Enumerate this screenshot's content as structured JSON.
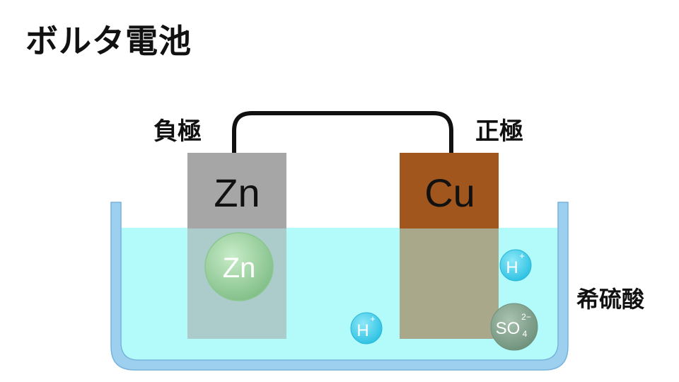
{
  "title": "ボルタ電池",
  "labels": {
    "negative": "負極",
    "positive": "正極",
    "electrolyte": "希硫酸"
  },
  "electrodes": {
    "negative": {
      "symbol": "Zn",
      "color": "#a6a6a6"
    },
    "positive": {
      "symbol": "Cu",
      "color": "#a0561c"
    }
  },
  "ions": {
    "zinc": {
      "text": "Zn"
    },
    "hydrogen": {
      "base": "H",
      "charge": "+"
    },
    "sulfate": {
      "base": "SO",
      "charge": "2−",
      "subscript": "4"
    }
  },
  "colors": {
    "solution": "#b3fbfb",
    "beaker": "#9dcfee",
    "wire": "#111111",
    "zinc_ion": "#90cc96",
    "hydrogen_ion": "#3fd0ec",
    "sulfate_ion": "#7c9e86"
  }
}
